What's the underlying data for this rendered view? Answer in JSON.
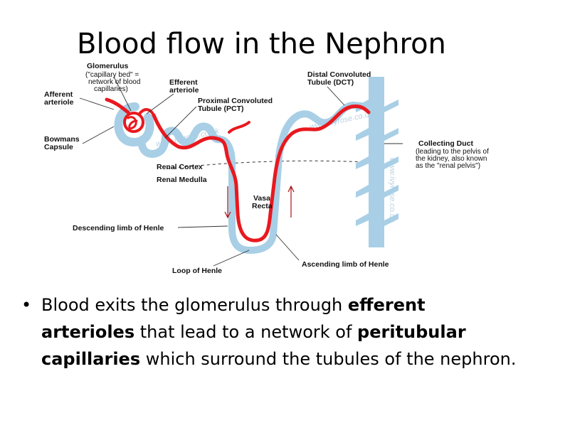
{
  "title": "Blood flow in the Nephron",
  "diagram": {
    "labels": {
      "glomerulus": "Glomerulus",
      "glomerulus_note_1": "(\"capillary bed\" =",
      "glomerulus_note_2": "network of blood",
      "glomerulus_note_3": "capillaries)",
      "afferent_1": "Afferent",
      "afferent_2": "arteriole",
      "efferent_1": "Efferent",
      "efferent_2": "arteriole",
      "pct_1": "Proximal Convoluted",
      "pct_2": "Tubule (PCT)",
      "dct_1": "Distal Convoluted",
      "dct_2": "Tubule (DCT)",
      "bowmans_1": "Bowmans",
      "bowmans_2": "Capsule",
      "collecting_duct": "Collecting Duct",
      "collecting_note_1": "(leading to the pelvis of",
      "collecting_note_2": "the kidney, also known",
      "collecting_note_3": "as the \"renal pelvis\")",
      "renal_cortex": "Renal Cortex",
      "renal_medulla": "Renal Medulla",
      "vasa_recta_1": "Vasa",
      "vasa_recta_2": "Recta",
      "descending": "Descending limb of Henle",
      "ascending": "Ascending limb of Henle",
      "loop": "Loop of Henle"
    },
    "watermark": "www.ivyrose.co.uk",
    "colors": {
      "tubule": "#a8cfe6",
      "blood": "#e8191f",
      "tubule_edge": "#7fb4d4"
    }
  },
  "bullet": {
    "t1": "Blood exits the glomerulus through ",
    "b1": "efferent arterioles",
    "t2": " that lead to a network of ",
    "b2": "peritubular capillaries",
    "t3": " which surround the tubules of the nephron."
  }
}
